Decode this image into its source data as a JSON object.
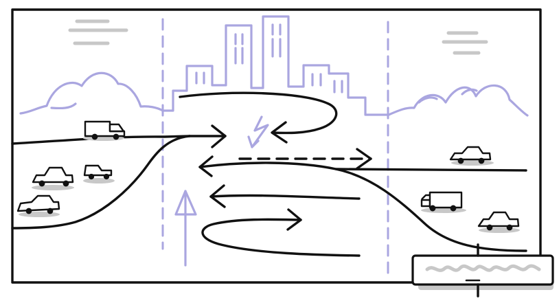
{
  "scene": {
    "colors": {
      "ink": "#111111",
      "accent": "#aaa6e0",
      "shadow": "#c8c8c8",
      "background": "#ffffff"
    },
    "elements": [
      "frame",
      "skyline",
      "clouds",
      "three-lane-road-diagram",
      "roadside-cars",
      "sign-post"
    ]
  }
}
